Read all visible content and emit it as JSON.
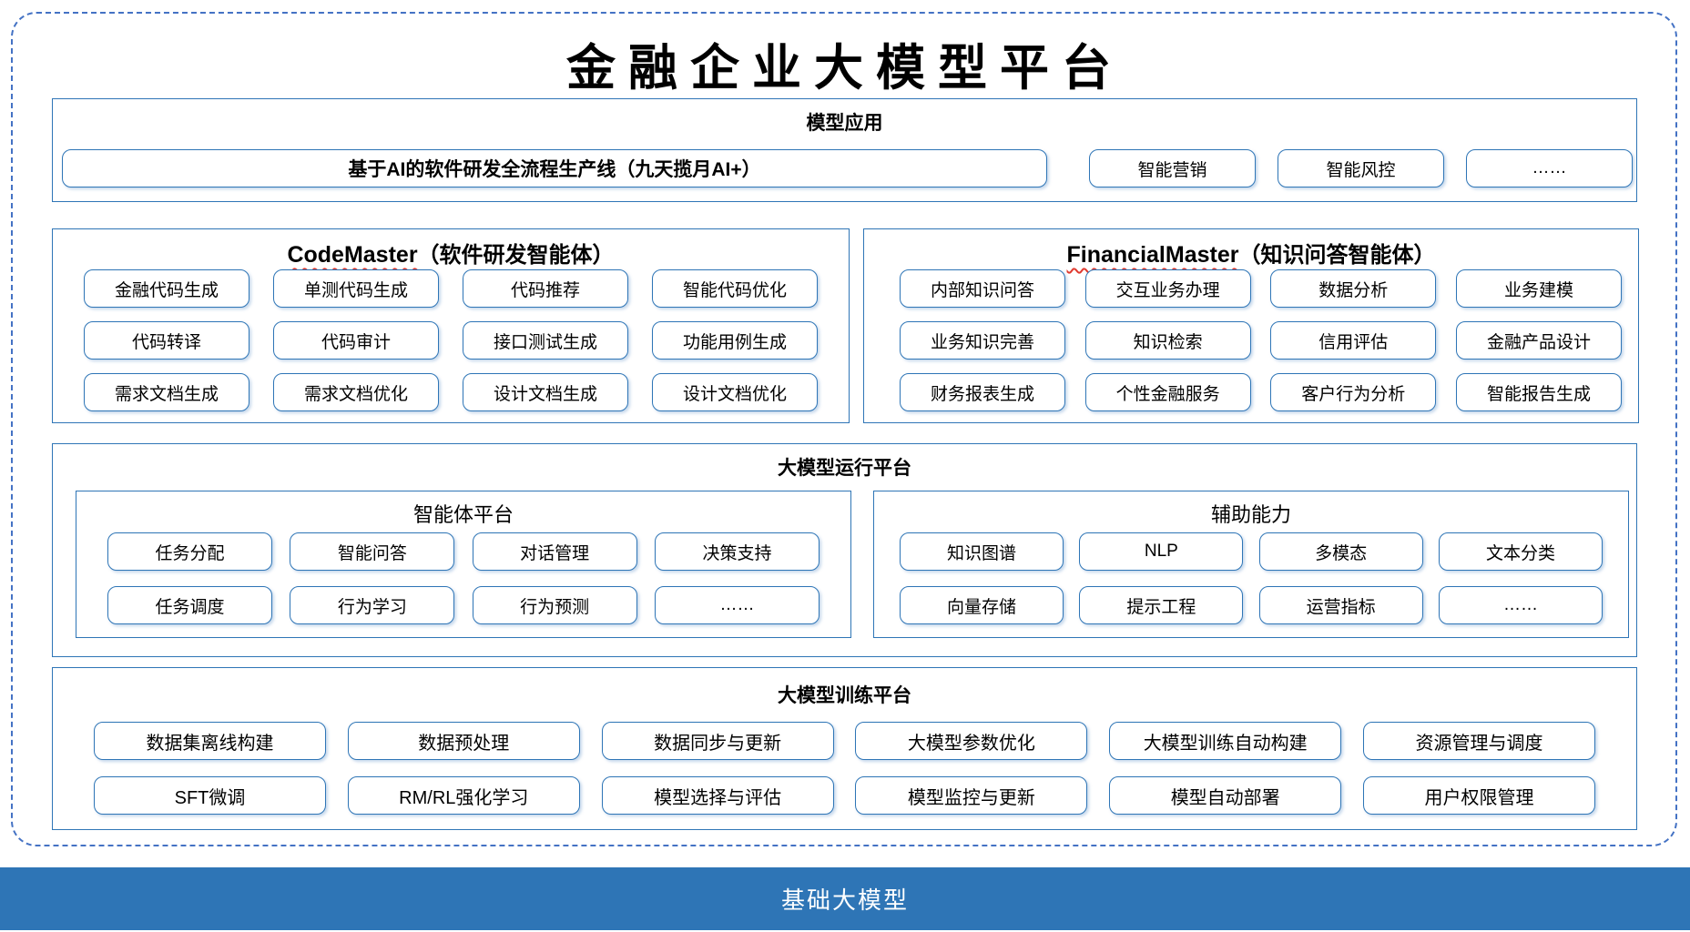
{
  "title": "金融企业大模型平台",
  "colors": {
    "accent_blue": "#2E75B6",
    "dashed_border_blue": "#4472C4",
    "squiggle_red": "#E03A2F",
    "foundation_bg": "#2E75B6",
    "foundation_text": "#FFFFFF"
  },
  "sections": {
    "model_app": {
      "header": "模型应用",
      "pipeline_box": "基于AI的软件研发全流程生产线（九天揽月AI+）",
      "boxes": [
        "智能营销",
        "智能风控",
        "……"
      ]
    },
    "code_master": {
      "title_en": "CodeMaster",
      "title_zh": "（软件研发智能体）",
      "rows": [
        [
          "金融代码生成",
          "单测代码生成",
          "代码推荐",
          "智能代码优化"
        ],
        [
          "代码转译",
          "代码审计",
          "接口测试生成",
          "功能用例生成"
        ],
        [
          "需求文档生成",
          "需求文档优化",
          "设计文档生成",
          "设计文档优化"
        ]
      ]
    },
    "financial_master": {
      "title_en": "FinancialMaster",
      "title_zh": "（知识问答智能体）",
      "rows": [
        [
          "内部知识问答",
          "交互业务办理",
          "数据分析",
          "业务建模"
        ],
        [
          "业务知识完善",
          "知识检索",
          "信用评估",
          "金融产品设计"
        ],
        [
          "财务报表生成",
          "个性金融服务",
          "客户行为分析",
          "智能报告生成"
        ]
      ]
    },
    "runtime": {
      "header": "大模型运行平台",
      "agent_platform": {
        "header": "智能体平台",
        "rows": [
          [
            "任务分配",
            "智能问答",
            "对话管理",
            "决策支持"
          ],
          [
            "任务调度",
            "行为学习",
            "行为预测",
            "……"
          ]
        ]
      },
      "aux": {
        "header": "辅助能力",
        "rows": [
          [
            "知识图谱",
            "NLP",
            "多模态",
            "文本分类"
          ],
          [
            "向量存储",
            "提示工程",
            "运营指标",
            "……"
          ]
        ]
      }
    },
    "training": {
      "header": "大模型训练平台",
      "rows": [
        [
          "数据集离线构建",
          "数据预处理",
          "数据同步与更新",
          "大模型参数优化",
          "大模型训练自动构建",
          "资源管理与调度"
        ],
        [
          "SFT微调",
          "RM/RL强化学习",
          "模型选择与评估",
          "模型监控与更新",
          "模型自动部署",
          "用户权限管理"
        ]
      ]
    },
    "foundation": {
      "label": "基础大模型"
    }
  }
}
